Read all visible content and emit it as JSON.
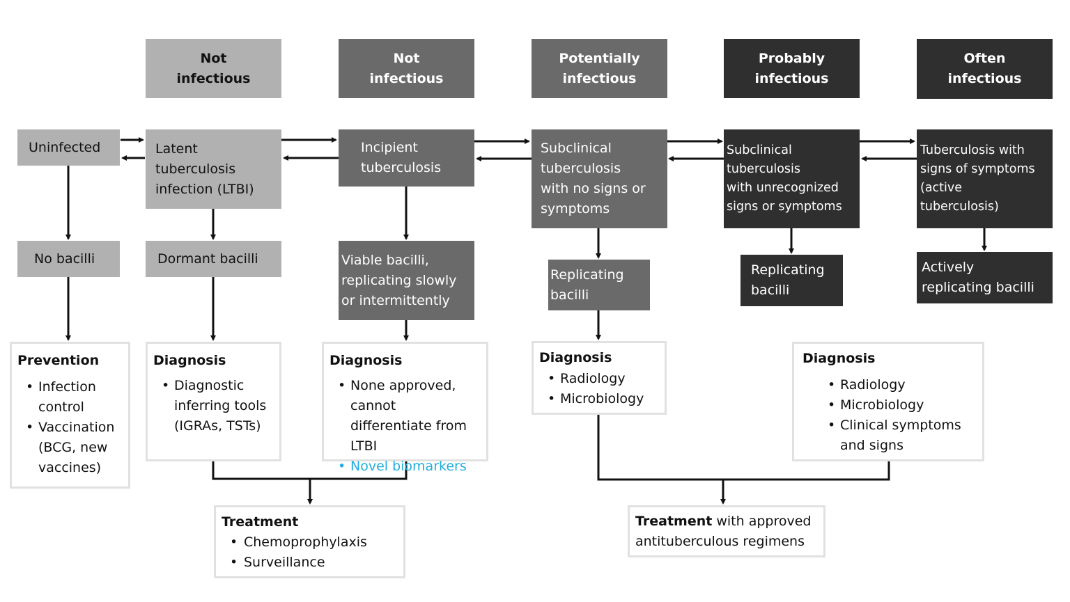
{
  "headers": [
    "Not\ninfectious",
    "Not\ninfectious",
    "Potentially\ninfectious",
    "Probably\ninfectious",
    "Often\ninfectious"
  ],
  "stages": {
    "uninfected": "Uninfected",
    "latent": "Latent\ntuberculosis\ninfection (LTBI)",
    "incipient": "Incipient\ntuberculosis",
    "subclinical_no_signs": "Subclinical\ntuberculosis\nwith no signs or\nsymptoms",
    "subclinical_unrecognized": "Subclinical\ntuberculosis\nwith unrecognized\nsigns or symptoms",
    "active": "Tuberculosis with\nsigns of symptoms\n(active\ntuberculosis)"
  },
  "bacilli": {
    "none": "No bacilli",
    "dormant": "Dormant bacilli",
    "viable": "Viable bacilli,\nreplicating slowly\nor intermittently",
    "replicating_1": "Replicating\nbacilli",
    "replicating_2": "Replicating\nbacilli",
    "actively": "Actively\nreplicating bacilli"
  },
  "cards": {
    "prevention": {
      "title": "Prevention",
      "items": [
        "Infection control",
        "Vaccination (BCG, new vaccines)"
      ]
    },
    "diag_ltbi": {
      "title": "Diagnosis",
      "items": [
        "Diagnostic inferring tools (IGRAs, TSTs)"
      ]
    },
    "diag_incipient": {
      "title": "Diagnosis",
      "items": [
        "None approved, cannot differentiate from LTBI"
      ],
      "highlight": "Novel biomarkers"
    },
    "diag_subclinical": {
      "title": "Diagnosis",
      "items": [
        "Radiology",
        "Microbiology"
      ]
    },
    "diag_active": {
      "title": "Diagnosis",
      "items": [
        "Radiology",
        "Microbiology",
        "Clinical symptoms and signs"
      ]
    },
    "treat_1": {
      "title": "Treatment",
      "items": [
        "Chemoprophylaxis",
        "Surveillance"
      ]
    },
    "treat_2": {
      "title": "Treatment",
      "rest": " with approved antituberculous regimens"
    }
  },
  "colors": {
    "light": "#b1b1b1",
    "mid": "#6a6a6a",
    "dark": "#2f2f2f",
    "highlight": "#22aee0"
  }
}
